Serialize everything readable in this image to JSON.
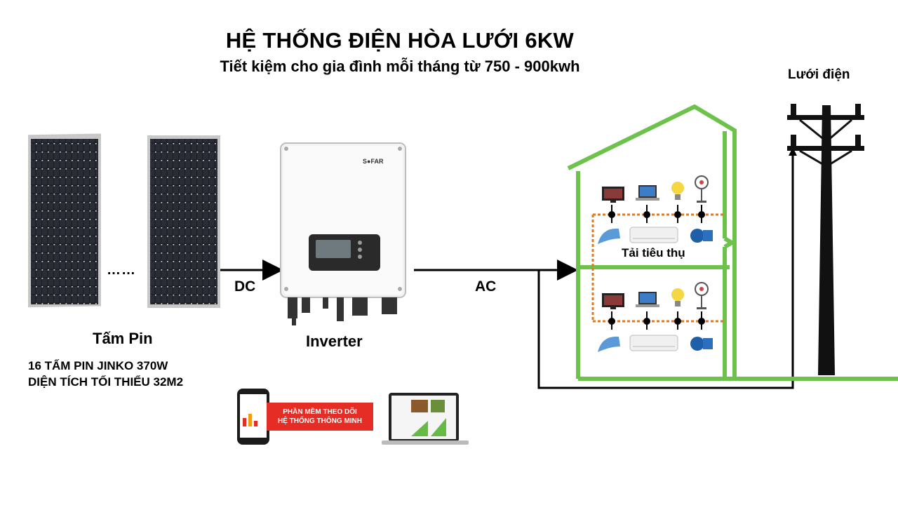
{
  "title": "HỆ THỐNG ĐIỆN HÒA LƯỚI 6KW",
  "subtitle": "Tiết kiệm cho gia đình mỗi tháng từ 750 - 900kwh",
  "grid": {
    "label": "Lưới điện",
    "icon": "utility-pole-icon"
  },
  "panels": {
    "label": "Tấm Pin",
    "ellipsis": "……",
    "spec_line1": "16 TẤM PIN JINKO 370W",
    "spec_line2": "DIỆN TÍCH TỐI THIỂU 32M2",
    "icon": "solar-panel-icon"
  },
  "inverter": {
    "label": "Inverter",
    "brand": "S●FAR",
    "icon": "inverter-icon"
  },
  "flows": {
    "dc": "DC",
    "ac": "AC"
  },
  "house": {
    "load_label": "Tải tiêu thụ",
    "appliances": [
      "tv-icon",
      "laptop-icon",
      "light-bulb-icon",
      "fan-icon",
      "iron-icon",
      "air-conditioner-icon",
      "water-pump-icon"
    ]
  },
  "monitoring": {
    "banner_line1": "PHẦN MỀM THEO DÕI",
    "banner_line2": "HỆ THỐNG THÔNG MINH",
    "icons": [
      "smartphone-icon",
      "laptop-icon"
    ]
  },
  "colors": {
    "house": "#6cc24a",
    "wiring": "#e07a1f",
    "banner": "#e52d25",
    "line": "#000000"
  }
}
